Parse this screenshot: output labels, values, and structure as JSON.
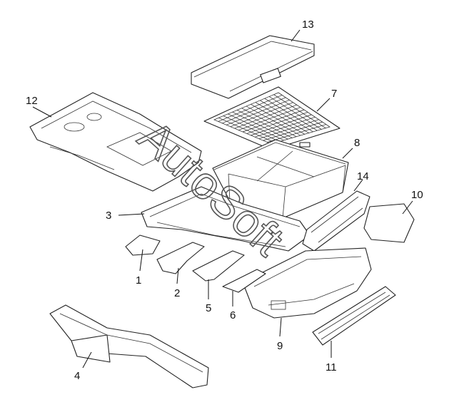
{
  "watermark": "AutoSoft",
  "callouts": [
    "1",
    "2",
    "3",
    "4",
    "5",
    "6",
    "7",
    "8",
    "9",
    "10",
    "11",
    "12",
    "13",
    "14"
  ]
}
